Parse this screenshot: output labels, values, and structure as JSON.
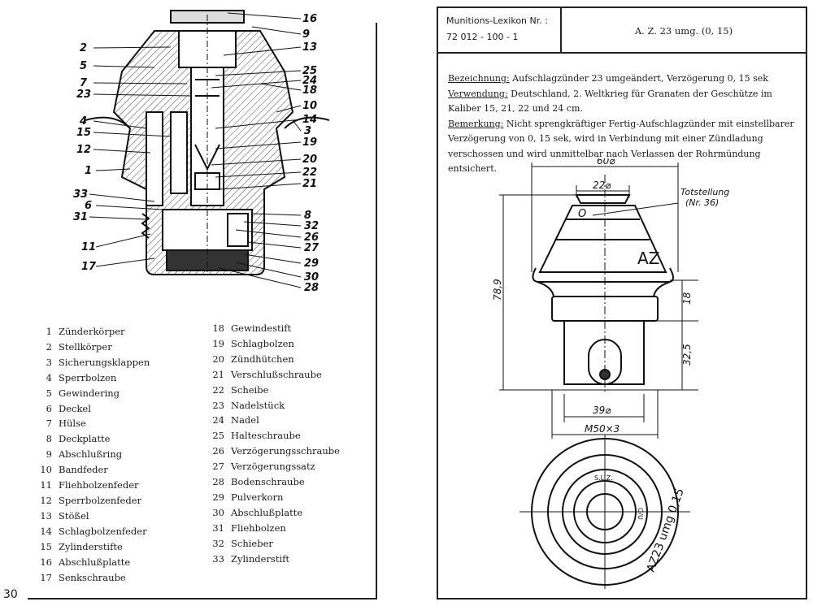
{
  "page_number": "30",
  "left_diagram": {
    "callouts_left": [
      "2",
      "5",
      "7",
      "23",
      "4",
      "15",
      "12",
      "1",
      "33",
      "6",
      "31",
      "11",
      "17"
    ],
    "callouts_right": [
      "16",
      "9",
      "13",
      "25",
      "24",
      "18",
      "10",
      "14",
      "3",
      "19",
      "20",
      "22",
      "21",
      "8",
      "32",
      "26",
      "27",
      "29",
      "30",
      "28"
    ]
  },
  "legend": [
    {
      "n": "1",
      "t": "Zünderkörper"
    },
    {
      "n": "2",
      "t": "Stellkörper"
    },
    {
      "n": "3",
      "t": "Sicherungsklappen"
    },
    {
      "n": "4",
      "t": "Sperrbolzen"
    },
    {
      "n": "5",
      "t": "Gewindering"
    },
    {
      "n": "6",
      "t": "Deckel"
    },
    {
      "n": "7",
      "t": "Hülse"
    },
    {
      "n": "8",
      "t": "Deckplatte"
    },
    {
      "n": "9",
      "t": "Abschlußring"
    },
    {
      "n": "10",
      "t": "Bandfeder"
    },
    {
      "n": "11",
      "t": "Fliehbolzenfeder"
    },
    {
      "n": "12",
      "t": "Sperrbolzenfeder"
    },
    {
      "n": "13",
      "t": "Stößel"
    },
    {
      "n": "14",
      "t": "Schlagbolzenfeder"
    },
    {
      "n": "15",
      "t": "Zylinderstifte"
    },
    {
      "n": "16",
      "t": "Abschlußplatte"
    },
    {
      "n": "17",
      "t": "Senkschraube"
    },
    {
      "n": "18",
      "t": "Gewindestift"
    },
    {
      "n": "19",
      "t": "Schlagbolzen"
    },
    {
      "n": "20",
      "t": "Zündhütchen"
    },
    {
      "n": "21",
      "t": "Verschlußschraube"
    },
    {
      "n": "22",
      "t": "Scheibe"
    },
    {
      "n": "23",
      "t": "Nadelstück"
    },
    {
      "n": "24",
      "t": "Nadel"
    },
    {
      "n": "25",
      "t": "Halteschraube"
    },
    {
      "n": "26",
      "t": "Verzögerungsschraube"
    },
    {
      "n": "27",
      "t": "Verzögerungssatz"
    },
    {
      "n": "28",
      "t": "Bodenschraube"
    },
    {
      "n": "29",
      "t": "Pulverkorn"
    },
    {
      "n": "30",
      "t": "Abschlußplatte"
    },
    {
      "n": "31",
      "t": "Fliehbolzen"
    },
    {
      "n": "32",
      "t": "Schieber"
    },
    {
      "n": "33",
      "t": "Zylinderstift"
    }
  ],
  "header": {
    "lexikon_label": "Munitions-Lexikon Nr. :",
    "lexikon_number": "72 012 - 100 - 1",
    "title": "A. Z. 23 umg. (0, 15)"
  },
  "description": {
    "bez_label": "Bezeichnung:",
    "bez_text": " Aufschlagzünder 23 umgeändert, Verzögerung 0, 15 sek",
    "verw_label": "Verwendung:",
    "verw_text": " Deutschland, 2. Weltkrieg für Granaten der Geschütze im Kaliber 15, 21, 22 und 24 cm.",
    "bem_label": "Bemerkung:",
    "bem_text": " Nicht sprengkräftiger Fertig-Aufschlagzünder mit einstellbarer Verzögerung von 0, 15 sek, wird in Verbindung mit einer Zündladung verschossen und wird unmittelbar nach Verlassen der Rohrmündung entsichert."
  },
  "drawing": {
    "dim_top": "60⌀",
    "dim_head": "22⌀",
    "dim_height": "78,9",
    "dim_thread": "18",
    "dim_body": "32,5",
    "dim_base": "39⌀",
    "dim_m": "M50×3",
    "totstellung": "Totstellung",
    "totstellung_nr": "(Nr. 36)",
    "marking_az": "AZ",
    "marking_o": "O",
    "bottom_marking": "AZ23 umg 0,15",
    "bottom_small": "S.L.Z.",
    "bottom_o": "O/U"
  }
}
